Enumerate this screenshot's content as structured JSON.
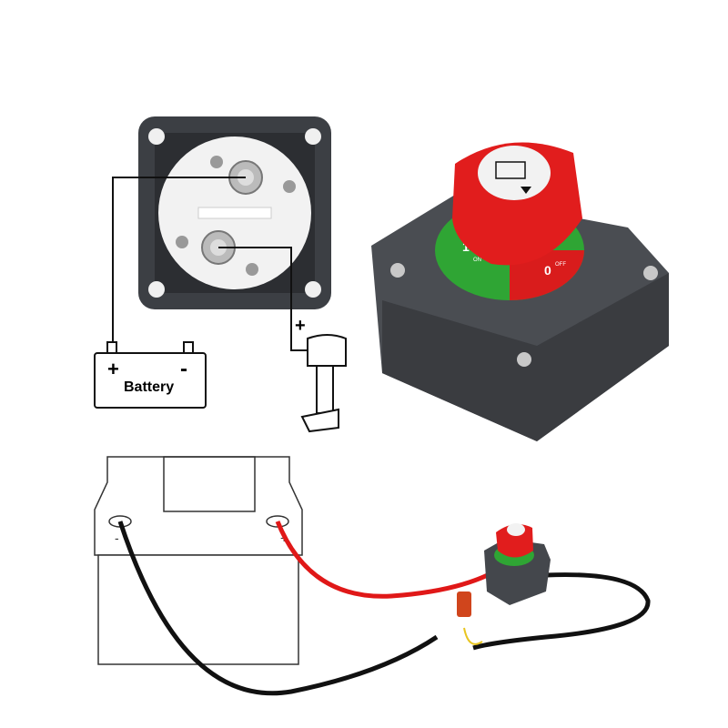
{
  "wiring_diagram": {
    "battery_label": "Battery",
    "battery_plus": "+",
    "battery_minus": "-",
    "motor_plus": "+"
  },
  "switch_knob": {
    "on_position": "1",
    "on_text": "ON",
    "off_position": "0",
    "off_text": "OFF"
  },
  "car_battery": {
    "negative_terminal": "-",
    "positive_terminal": "+"
  },
  "colors": {
    "knob_red": "#e11d1d",
    "housing_gray": "#4a4d52",
    "on_green": "#2fa534",
    "positive_wire": "#e01818",
    "negative_wire": "#111111"
  }
}
